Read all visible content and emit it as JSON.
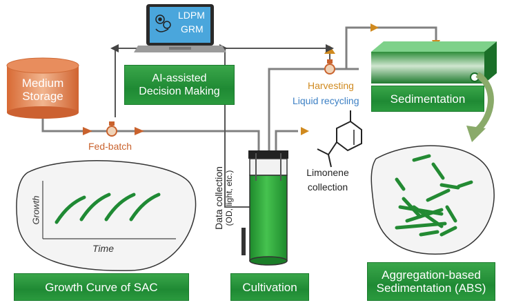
{
  "laptop": {
    "line1": "LDPM",
    "line2": "GRM"
  },
  "medium_storage": {
    "line1": "Medium",
    "line2": "Storage"
  },
  "ai_box": {
    "line1": "AI-assisted",
    "line2": "Decision Making"
  },
  "sedimentation_box": "Sedimentation",
  "harvesting": "Harvesting",
  "liquid_recycling": "Liquid recycling",
  "fed_batch": "Fed-batch",
  "data_collection": {
    "line1": "Data collection",
    "line2": "(OD, light, etc.)"
  },
  "limonene": {
    "line1": "Limonene",
    "line2": "collection"
  },
  "growth_chart": {
    "ylabel": "Growth",
    "xlabel": "Time"
  },
  "bottom_labels": {
    "growth_curve": "Growth Curve of SAC",
    "cultivation": "Cultivation",
    "abs_line1": "Aggregation-based",
    "abs_line2": "Sedimentation (ABS)"
  },
  "colors": {
    "green": "#1f8a34",
    "copper": "#c9622d",
    "pipe": "#808080",
    "harvesting": "#d08a1f",
    "liquid_recycling": "#3b7fc4"
  }
}
